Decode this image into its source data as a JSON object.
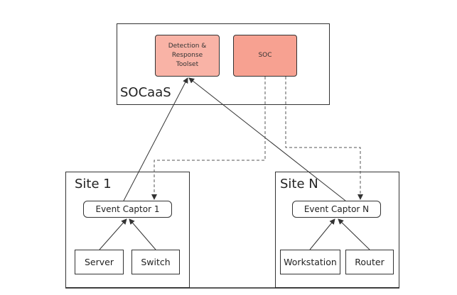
{
  "diagram": {
    "socaas": {
      "label": "SOCaaS",
      "components": [
        {
          "label": "Detection &\nResponse\nToolset",
          "fill": "#f9b3a6"
        },
        {
          "label": "SOC",
          "fill": "#f7a191"
        }
      ]
    },
    "sites": [
      {
        "label": "Site 1",
        "captor": "Event Captor 1",
        "devices": [
          "Server",
          "Switch"
        ]
      },
      {
        "label": "Site N",
        "captor": "Event Captor N",
        "devices": [
          "Workstation",
          "Router"
        ]
      }
    ],
    "edges": [
      {
        "from": "Server",
        "to": "Event Captor 1",
        "style": "solid"
      },
      {
        "from": "Switch",
        "to": "Event Captor 1",
        "style": "solid"
      },
      {
        "from": "Workstation",
        "to": "Event Captor N",
        "style": "solid"
      },
      {
        "from": "Router",
        "to": "Event Captor N",
        "style": "solid"
      },
      {
        "from": "Event Captor 1",
        "to": "Detection & Response Toolset",
        "style": "solid"
      },
      {
        "from": "Event Captor N",
        "to": "Detection & Response Toolset",
        "style": "solid"
      },
      {
        "from": "SOC",
        "to": "Event Captor 1",
        "style": "dashed"
      },
      {
        "from": "SOC",
        "to": "Event Captor N",
        "style": "dashed"
      }
    ]
  }
}
